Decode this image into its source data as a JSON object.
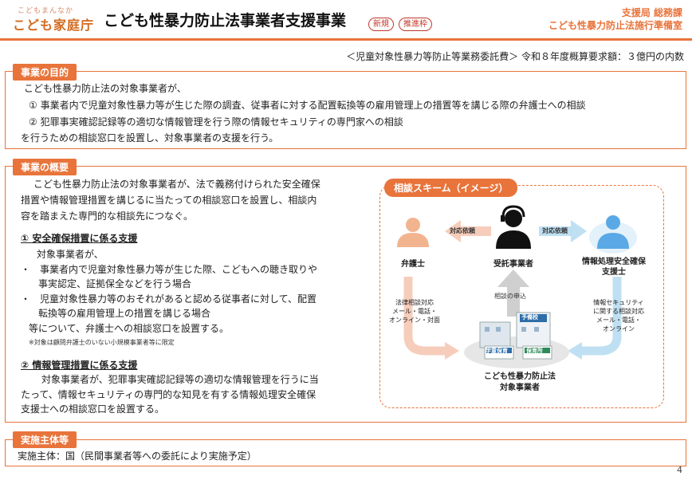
{
  "header": {
    "logo_tagline": "こどもまんなか",
    "logo_text": "こども家庭庁",
    "title": "こども性暴力防止法事業者支援事業",
    "badge_new": "新規",
    "badge_promo": "推進枠",
    "dept_line1": "支援局 総務課",
    "dept_line2": "こども性暴力防止法施行準備室"
  },
  "budget_line": "＜児童対象性暴力等防止等業務委託費＞ 令和８年度概算要求額：３億円の内数",
  "purpose": {
    "heading": "事業の目的",
    "lines": [
      "こども性暴力防止法の対象事業者が、",
      "① 事業者内で児童対象性暴力等が生じた際の調査、従事者に対する配置転換等の雇用管理上の措置等を講じる際の弁護士への相談",
      "② 犯罪事実確認記録等の適切な情報管理を行う際の情報セキュリティの専門家への相談",
      "を行うための相談窓口を設置し、対象事業者の支援を行う。"
    ]
  },
  "overview": {
    "heading": "事業の概要",
    "intro": [
      "こども性暴力防止法の対象事業者が、法で義務付けられた安全確保",
      "措置や情報管理措置を講じるに当たっての相談窓口を設置し、相談内",
      "容を踏まえた専門的な相談先につなぐ。"
    ],
    "sec1_title": "① 安全確保措置に係る支援",
    "sec1_lines": [
      "対象事業者が、",
      "・　事業者内で児童対象性暴力等が生じた際、こどもへの聴き取りや",
      "事実認定、証拠保全などを行う場合",
      "・　児童対象性暴力等のおそれがあると認める従事者に対して、配置",
      "転換等の雇用管理上の措置を講じる場合",
      "等について、弁護士への相談窓口を設置する。"
    ],
    "sec1_note": "※対象は顧問弁護士のいない小規模事業者等に限定",
    "sec2_title": "② 情報管理措置に係る支援",
    "sec2_lines": [
      "対象事業者が、犯罪事実確認記録等の適切な情報管理を行うに当",
      "たって、情報セキュリティの専門的な知見を有する情報処理安全確保",
      "支援士への相談窓口を設置する。"
    ]
  },
  "scheme": {
    "heading": "相談スキーム（イメージ）",
    "lawyer": "弁護士",
    "contractor": "受託事業者",
    "security": [
      "情報処理安全確保",
      "支援士"
    ],
    "arrow_left": "対応依頼",
    "arrow_right": "対応依頼",
    "apply": "相談の申込",
    "legal_route": [
      "法律相談対応",
      "メール・電話・",
      "オンライン・対面"
    ],
    "security_route": [
      "情報セキュリティ",
      "に関する相談対応",
      "メール・電話・",
      "オンライン"
    ],
    "target": [
      "こども性暴力防止法",
      "対象事業者"
    ],
    "building_signs": [
      "予備校",
      "学童保育",
      "保育所"
    ]
  },
  "implementer": {
    "heading": "実施主体等",
    "text": "実施主体：国（民間事業者等への委託により実施予定）"
  },
  "page_number": "4",
  "colors": {
    "accent": "#e8743b",
    "lawyer": "#f2b48f",
    "security": "#5aa9e6",
    "arrow_blue": "#bfe0f2",
    "arrow_pink": "#f6cdbb",
    "arrow_gray": "#cfcfcf"
  }
}
